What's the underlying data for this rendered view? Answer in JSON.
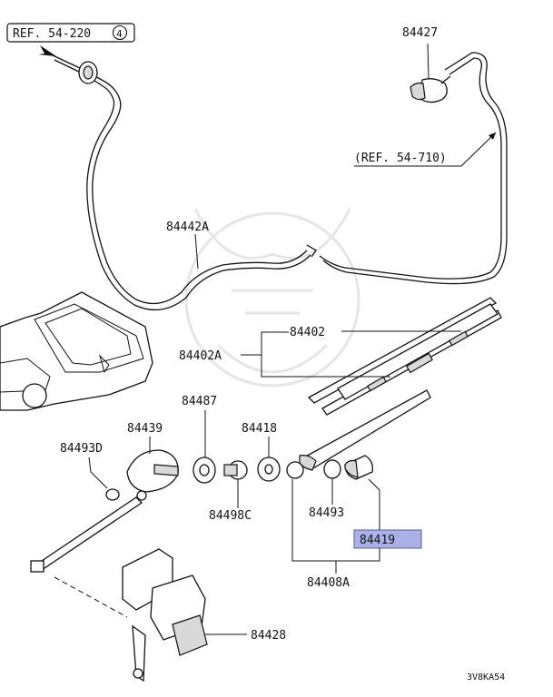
{
  "references": {
    "ref_top_left": "REF. 54-220",
    "ref_top_left_circled": "4",
    "ref_right": "(REF. 54-710)"
  },
  "parts": {
    "p84427": "84427",
    "p84442A": "84442A",
    "p84402": "84402",
    "p84402A": "84402A",
    "p84487": "84487",
    "p84439": "84439",
    "p84418": "84418",
    "p84493D": "84493D",
    "p84498C": "84498C",
    "p84493": "84493",
    "p84419": "84419",
    "p84408A": "84408A",
    "p84428": "84428"
  },
  "highlight": {
    "part": "84419",
    "color": "#aab1e6"
  },
  "diagram_code": "3V8KA54"
}
